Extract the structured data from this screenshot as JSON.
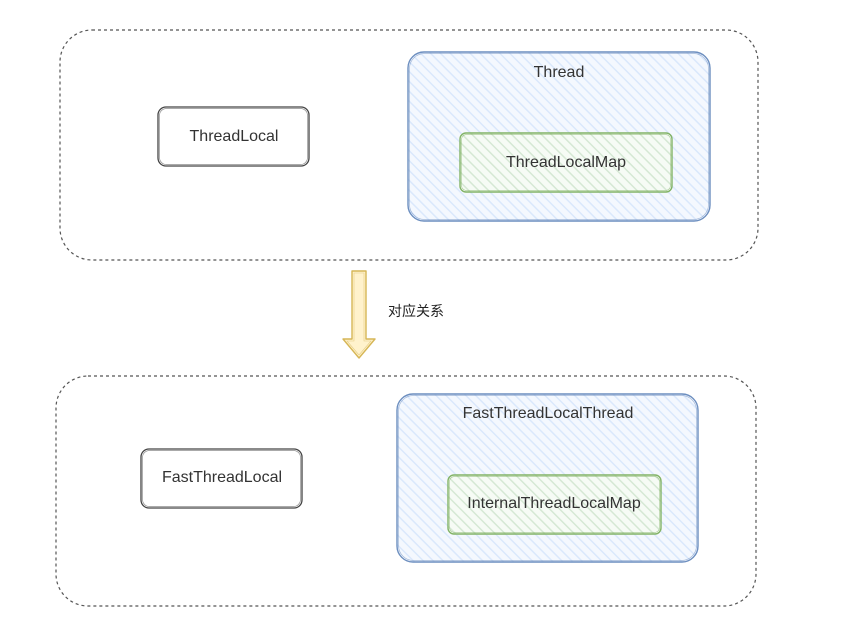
{
  "top_group": {
    "thread_local": "ThreadLocal",
    "thread": "Thread",
    "thread_local_map": "ThreadLocalMap"
  },
  "arrow": {
    "label": "对应关系"
  },
  "bottom_group": {
    "fast_thread_local": "FastThreadLocal",
    "fast_thread_local_thread": "FastThreadLocalThread",
    "internal_thread_local_map": "InternalThreadLocalMap"
  },
  "colors": {
    "group_border": "#555555",
    "plain_border": "#444444",
    "thread_border": "#6c8ebf",
    "thread_fill": "#dae8fc",
    "map_border": "#82b366",
    "map_fill": "#d5e8d4",
    "arrow_border": "#d6b656",
    "arrow_fill": "#fff2cc"
  }
}
